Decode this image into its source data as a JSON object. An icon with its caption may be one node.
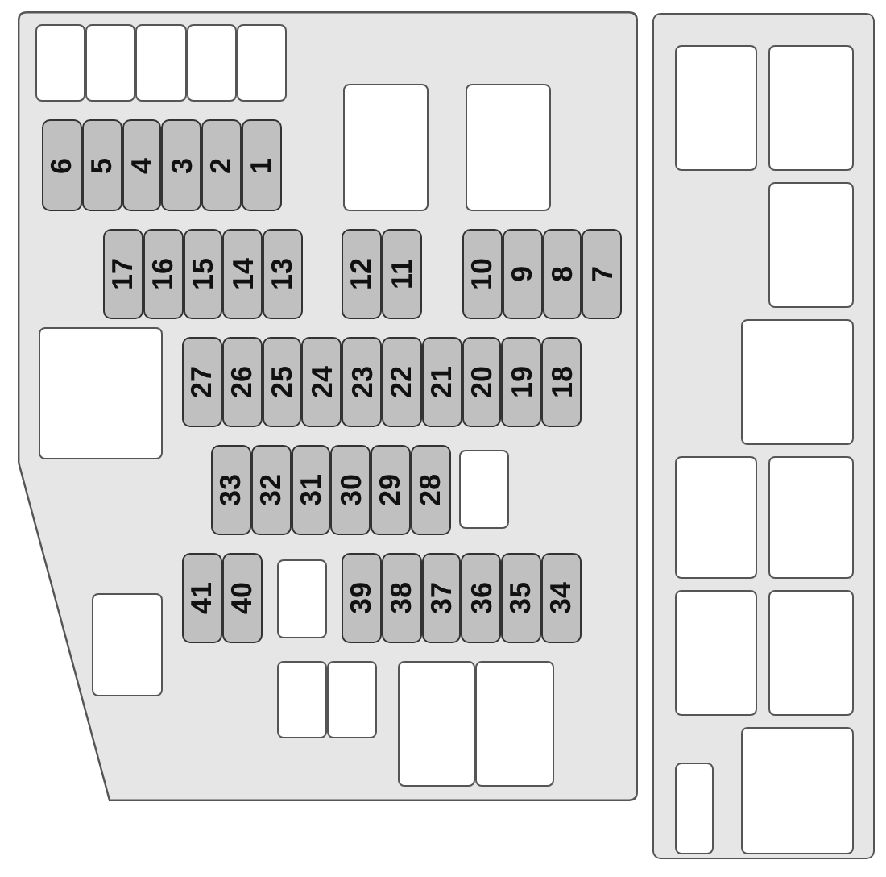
{
  "diagram": {
    "nodes": [
      {
        "text": [],
        "shape": "box"
      },
      {
        "text": [],
        "shape": "box",
        "in": 0
      },
      {
        "text": [],
        "shape": "box",
        "in": 0
      },
      {
        "text": [],
        "shape": "box",
        "in": 0
      },
      {
        "text": [],
        "shape": "box",
        "in": 0
      },
      {
        "text": [],
        "shape": "box",
        "in": 0
      },
      {
        "text": [],
        "shape": "box",
        "in": 0
      },
      {
        "text": [],
        "shape": "box",
        "in": 0
      },
      {
        "text": [
          "6"
        ],
        "in": 0
      },
      {
        "text": [
          "5"
        ],
        "in": 0
      },
      {
        "text": [
          "4"
        ],
        "in": 0
      },
      {
        "text": [
          "3"
        ],
        "in": 0
      },
      {
        "text": [
          "2"
        ],
        "in": 0
      },
      {
        "text": [
          "1"
        ],
        "in": 0
      },
      {
        "text": [
          "17"
        ],
        "in": 0
      },
      {
        "text": [
          "16"
        ],
        "in": 0
      },
      {
        "text": [
          "15"
        ],
        "in": 0
      },
      {
        "text": [
          "14"
        ],
        "in": 0
      },
      {
        "text": [
          "13"
        ],
        "in": 0
      },
      {
        "text": [
          "12"
        ],
        "in": 0
      },
      {
        "text": [
          "11"
        ],
        "in": 0
      },
      {
        "text": [
          "10"
        ],
        "in": 0
      },
      {
        "text": [
          "9"
        ],
        "in": 0
      },
      {
        "text": [
          "8"
        ],
        "in": 0
      },
      {
        "text": [
          "7"
        ],
        "in": 0
      },
      {
        "text": [],
        "shape": "box",
        "in": 0
      },
      {
        "text": [
          "27"
        ],
        "in": 0
      },
      {
        "text": [
          "26"
        ],
        "in": 0
      },
      {
        "text": [
          "25"
        ],
        "in": 0
      },
      {
        "text": [
          "24"
        ],
        "in": 0
      },
      {
        "text": [
          "23"
        ],
        "in": 0
      },
      {
        "text": [
          "22"
        ],
        "in": 0
      },
      {
        "text": [
          "21"
        ],
        "in": 0
      },
      {
        "text": [
          "20"
        ],
        "in": 0
      },
      {
        "text": [
          "19"
        ],
        "in": 0
      },
      {
        "text": [
          "18"
        ],
        "in": 0
      },
      {
        "text": [
          "33"
        ],
        "in": 0
      },
      {
        "text": [
          "32"
        ],
        "in": 0
      },
      {
        "text": [
          "31"
        ],
        "in": 0
      },
      {
        "text": [
          "30"
        ],
        "in": 0
      },
      {
        "text": [
          "29"
        ],
        "in": 0
      },
      {
        "text": [
          "28"
        ],
        "in": 0
      },
      {
        "text": [],
        "shape": "box",
        "in": 0
      },
      {
        "text": [
          "41"
        ],
        "in": 0
      },
      {
        "text": [
          "40"
        ],
        "in": 0
      },
      {
        "text": [],
        "shape": "box",
        "in": 0
      },
      {
        "text": [
          "39"
        ],
        "in": 0
      },
      {
        "text": [
          "38"
        ],
        "in": 0
      },
      {
        "text": [
          "37"
        ],
        "in": 0
      },
      {
        "text": [
          "36"
        ],
        "in": 0
      },
      {
        "text": [
          "35"
        ],
        "in": 0
      },
      {
        "text": [
          "34"
        ],
        "in": 0
      },
      {
        "text": [],
        "shape": "box",
        "in": 0
      },
      {
        "text": [],
        "shape": "box",
        "in": 0
      },
      {
        "text": [],
        "shape": "box",
        "in": 0
      },
      {
        "text": [],
        "shape": "box",
        "in": 0
      },
      {
        "text": [],
        "shape": "box",
        "in": 0
      },
      {
        "text": [],
        "shape": "box"
      },
      {
        "text": [],
        "shape": "box",
        "in": 57
      },
      {
        "text": [],
        "shape": "box",
        "in": 57
      },
      {
        "text": [],
        "shape": "box",
        "in": 57
      },
      {
        "text": [],
        "shape": "box",
        "in": 57
      },
      {
        "text": [],
        "shape": "box",
        "in": 57
      },
      {
        "text": [],
        "shape": "box",
        "in": 57
      },
      {
        "text": [],
        "shape": "box",
        "in": 57
      },
      {
        "text": [],
        "shape": "box",
        "in": 57
      },
      {
        "text": [],
        "shape": "box",
        "in": 57
      },
      {
        "text": [],
        "shape": "box",
        "in": 57
      }
    ]
  }
}
